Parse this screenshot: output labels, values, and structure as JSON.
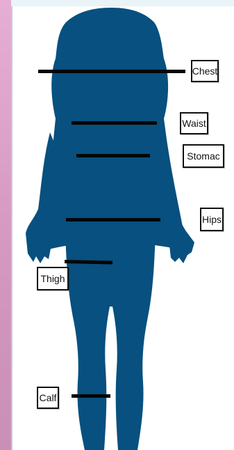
{
  "figure": {
    "color": "#07507f"
  },
  "labels": {
    "chest": "Chest",
    "waist": "Waist",
    "stomach": "Stomac",
    "hips": "Hips",
    "thigh": "Thigh",
    "calf": "Calf"
  }
}
